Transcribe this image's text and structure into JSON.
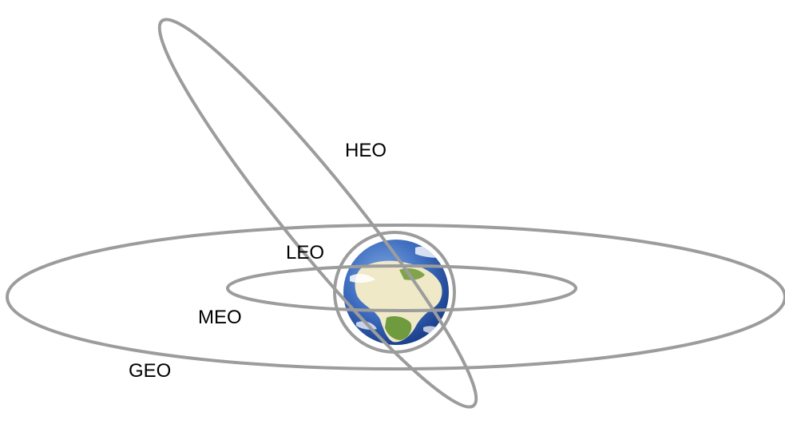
{
  "diagram": {
    "labels": {
      "heo": "HEO",
      "leo": "LEO",
      "meo": "MEO",
      "geo": "GEO"
    },
    "colors": {
      "orbit_stroke": "#9c9c9c",
      "ocean_light": "#5f8fd3",
      "ocean_dark": "#1c3f8f",
      "land": "#efe9c8",
      "vegetation": "#6f9a3e",
      "cloud": "#ffffff"
    },
    "icons": {
      "earth": "earth-globe-icon"
    }
  }
}
